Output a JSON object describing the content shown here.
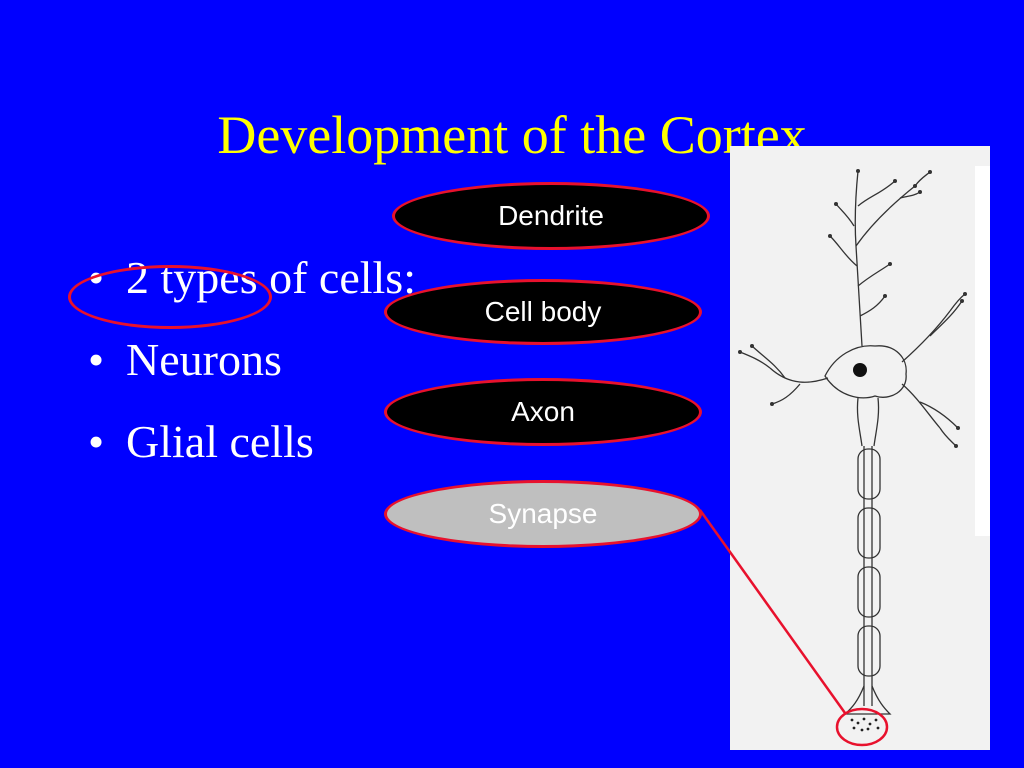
{
  "slide": {
    "title": "Development of the Cortex",
    "bullet_symbol": "•",
    "bullets": [
      "2 types of cells:",
      "Neurons",
      "Glial cells"
    ]
  },
  "labels": {
    "dendrite": "Dendrite",
    "cell_body": "Cell body",
    "axon": "Axon",
    "synapse": "Synapse"
  },
  "colors": {
    "background": "#0000ff",
    "title": "#ffff00",
    "bullet_text": "#ffffff",
    "annotation": "#e8112d",
    "label_fill": "#000000",
    "synapse_fill": "#bfbfbf"
  }
}
